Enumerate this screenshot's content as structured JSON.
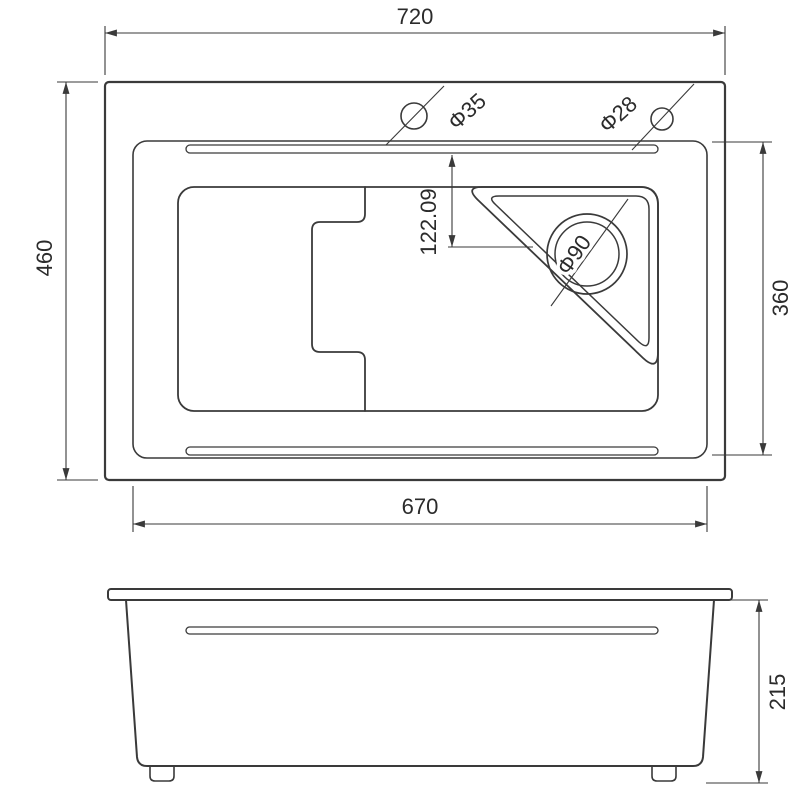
{
  "drawing": {
    "top_view": {
      "overall_width": "720",
      "overall_height": "460",
      "inner_width": "670",
      "bowl_height": "360",
      "drain_center_offset": "122.09",
      "faucet_hole_diameter": "Φ35",
      "accessory_hole_diameter": "Φ28",
      "drain_diameter": "Φ90"
    },
    "side_view": {
      "depth": "215"
    }
  }
}
